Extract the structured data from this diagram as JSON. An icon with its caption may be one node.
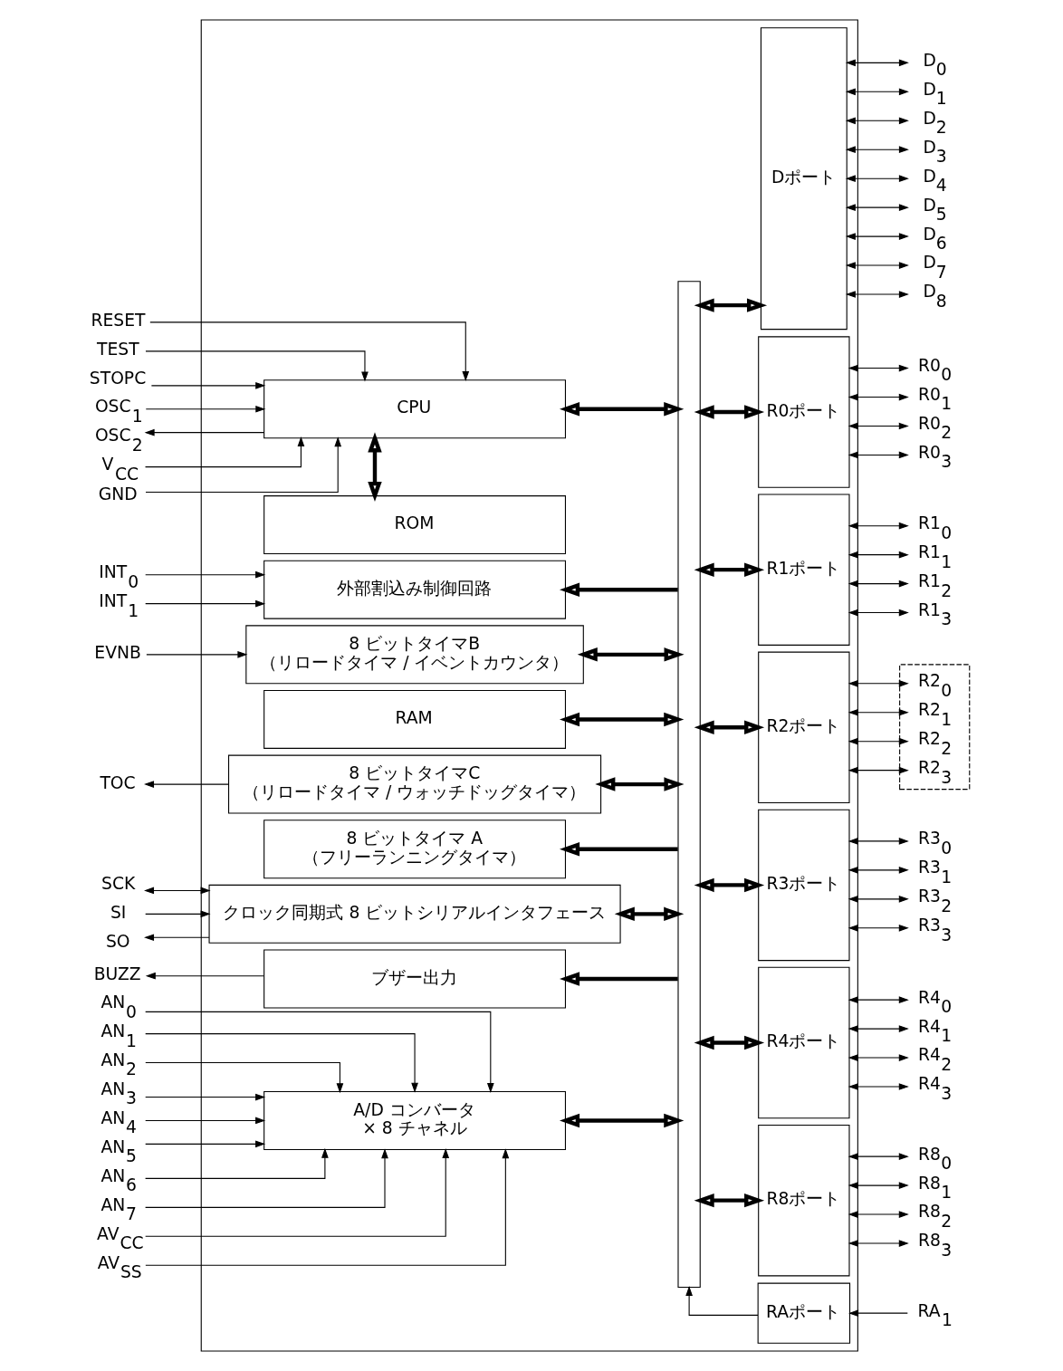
{
  "diagram": {
    "nodes": [
      {
        "text": [],
        "shape": "box"
      },
      {
        "text": [
          "CPU"
        ],
        "in": 0
      },
      {
        "text": [
          "ROM"
        ],
        "in": 0
      },
      {
        "text": [
          "RAM"
        ],
        "in": 0
      },
      {
        "text": [
          "外部割込み制御回路"
        ],
        "in": 0
      },
      {
        "text": [
          "8 ビットタイマ A",
          "（フリーランニングタイマ）"
        ],
        "in": 0
      },
      {
        "text": [
          "8 ビットタイマB",
          "（リロードタイマ / イベントカウンタ）"
        ],
        "in": 0
      },
      {
        "text": [
          "8 ビットタイマC",
          "（リロードタイマ / ウォッチドッグタイマ）"
        ],
        "in": 0
      },
      {
        "text": [
          "クロック同期式 8 ビットシリアルインタフェース"
        ],
        "in": 0
      },
      {
        "text": [
          "ブザー出力"
        ],
        "in": 0
      },
      {
        "text": [
          "A/D コンバータ",
          "× 8 チャネル"
        ],
        "in": 0
      },
      {
        "text": [],
        "shape": "bar",
        "in": 0
      },
      {
        "text": [
          "Dポート"
        ],
        "in": 0
      },
      {
        "text": [
          "R0ポート"
        ],
        "in": 0
      },
      {
        "text": [
          "R1ポート"
        ],
        "in": 0
      },
      {
        "text": [
          "R2ポート"
        ],
        "in": 0
      },
      {
        "text": [
          "R3ポート"
        ],
        "in": 0
      },
      {
        "text": [
          "R4ポート"
        ],
        "in": 0
      },
      {
        "text": [
          "R8ポート"
        ],
        "in": 0
      },
      {
        "text": [
          "RAポート"
        ],
        "in": 0
      },
      {
        "text": [
          "RESET"
        ]
      },
      {
        "text": [
          "TEST"
        ]
      },
      {
        "text": [
          "STOPC"
        ]
      },
      {
        "text": [
          "OSC$_{1}$"
        ]
      },
      {
        "text": [
          "OSC$_{2}$"
        ]
      },
      {
        "text": [
          "V$_{CC}$"
        ]
      },
      {
        "text": [
          "GND"
        ]
      },
      {
        "text": [
          "INT$_{0}$"
        ]
      },
      {
        "text": [
          "INT$_{1}$"
        ]
      },
      {
        "text": [
          "EVNB"
        ]
      },
      {
        "text": [
          "TOC"
        ]
      },
      {
        "text": [
          "SCK"
        ]
      },
      {
        "text": [
          "SI"
        ]
      },
      {
        "text": [
          "SO"
        ]
      },
      {
        "text": [
          "BUZZ"
        ]
      },
      {
        "text": [
          "AN$_{0}$"
        ]
      },
      {
        "text": [
          "AN$_{1}$"
        ]
      },
      {
        "text": [
          "AN$_{2}$"
        ]
      },
      {
        "text": [
          "AN$_{3}$"
        ]
      },
      {
        "text": [
          "AN$_{4}$"
        ]
      },
      {
        "text": [
          "AN$_{5}$"
        ]
      },
      {
        "text": [
          "AN$_{6}$"
        ]
      },
      {
        "text": [
          "AN$_{7}$"
        ]
      },
      {
        "text": [
          "AV$_{CC}$"
        ]
      },
      {
        "text": [
          "AV$_{SS}$"
        ]
      },
      {
        "text": [
          "D$_{0}$"
        ]
      },
      {
        "text": [
          "D$_{1}$"
        ]
      },
      {
        "text": [
          "D$_{2}$"
        ]
      },
      {
        "text": [
          "D$_{3}$"
        ]
      },
      {
        "text": [
          "D$_{4}$"
        ]
      },
      {
        "text": [
          "D$_{5}$"
        ]
      },
      {
        "text": [
          "D$_{6}$"
        ]
      },
      {
        "text": [
          "D$_{7}$"
        ]
      },
      {
        "text": [
          "D$_{8}$"
        ]
      },
      {
        "text": [
          "R0$_{0}$"
        ]
      },
      {
        "text": [
          "R0$_{1}$"
        ]
      },
      {
        "text": [
          "R0$_{2}$"
        ]
      },
      {
        "text": [
          "R0$_{3}$"
        ]
      },
      {
        "text": [
          "R1$_{0}$"
        ]
      },
      {
        "text": [
          "R1$_{1}$"
        ]
      },
      {
        "text": [
          "R1$_{2}$"
        ]
      },
      {
        "text": [
          "R1$_{3}$"
        ]
      },
      {
        "text": [],
        "shape": "box"
      },
      {
        "text": [
          "R2$_{0}$"
        ],
        "in": 62
      },
      {
        "text": [
          "R2$_{1}$"
        ],
        "in": 62
      },
      {
        "text": [
          "R2$_{2}$"
        ],
        "in": 62
      },
      {
        "text": [
          "R2$_{3}$"
        ],
        "in": 62
      },
      {
        "text": [
          "R3$_{0}$"
        ]
      },
      {
        "text": [
          "R3$_{1}$"
        ]
      },
      {
        "text": [
          "R3$_{2}$"
        ]
      },
      {
        "text": [
          "R3$_{3}$"
        ]
      },
      {
        "text": [
          "R4$_{0}$"
        ]
      },
      {
        "text": [
          "R4$_{1}$"
        ]
      },
      {
        "text": [
          "R4$_{2}$"
        ]
      },
      {
        "text": [
          "R4$_{3}$"
        ]
      },
      {
        "text": [
          "R8$_{0}$"
        ]
      },
      {
        "text": [
          "R8$_{1}$"
        ]
      },
      {
        "text": [
          "R8$_{2}$"
        ]
      },
      {
        "text": [
          "R8$_{3}$"
        ]
      },
      {
        "text": [
          "RA$_{1}$"
        ]
      }
    ],
    "edges": [
      {
        "from": 20,
        "to": 1,
        "arrow": "to"
      },
      {
        "from": 21,
        "to": 1,
        "arrow": "to"
      },
      {
        "from": 22,
        "to": 1,
        "arrow": "to"
      },
      {
        "from": 23,
        "to": 1,
        "arrow": "to"
      },
      {
        "from": 1,
        "to": 24,
        "arrow": "to"
      },
      {
        "from": 25,
        "to": 1,
        "arrow": "to"
      },
      {
        "from": 26,
        "to": 1,
        "arrow": "to"
      },
      {
        "from": 1,
        "to": 2,
        "arrow": "both",
        "style": "thick"
      },
      {
        "from": 1,
        "to": 11,
        "arrow": "both",
        "style": "thick"
      },
      {
        "from": 3,
        "to": 11,
        "arrow": "both",
        "style": "thick"
      },
      {
        "from": 11,
        "to": 4,
        "arrow": "to",
        "style": "thick"
      },
      {
        "from": 11,
        "to": 5,
        "arrow": "to",
        "style": "thick"
      },
      {
        "from": 6,
        "to": 11,
        "arrow": "both",
        "style": "thick"
      },
      {
        "from": 7,
        "to": 11,
        "arrow": "both",
        "style": "thick"
      },
      {
        "from": 8,
        "to": 11,
        "arrow": "both",
        "style": "thick"
      },
      {
        "from": 11,
        "to": 9,
        "arrow": "to",
        "style": "thick"
      },
      {
        "from": 10,
        "to": 11,
        "arrow": "both",
        "style": "thick"
      },
      {
        "from": 11,
        "to": 12,
        "arrow": "both",
        "style": "thick"
      },
      {
        "from": 11,
        "to": 13,
        "arrow": "both",
        "style": "thick"
      },
      {
        "from": 11,
        "to": 14,
        "arrow": "both",
        "style": "thick"
      },
      {
        "from": 11,
        "to": 15,
        "arrow": "both",
        "style": "thick"
      },
      {
        "from": 11,
        "to": 16,
        "arrow": "both",
        "style": "thick"
      },
      {
        "from": 11,
        "to": 17,
        "arrow": "both",
        "style": "thick"
      },
      {
        "from": 11,
        "to": 18,
        "arrow": "both",
        "style": "thick"
      },
      {
        "from": 19,
        "to": 11,
        "arrow": "to"
      },
      {
        "from": 27,
        "to": 4,
        "arrow": "to"
      },
      {
        "from": 28,
        "to": 4,
        "arrow": "to"
      },
      {
        "from": 29,
        "to": 6,
        "arrow": "to"
      },
      {
        "from": 7,
        "to": 30,
        "arrow": "to"
      },
      {
        "from": 31,
        "to": 8,
        "arrow": "both"
      },
      {
        "from": 32,
        "to": 8,
        "arrow": "to"
      },
      {
        "from": 8,
        "to": 33,
        "arrow": "to"
      },
      {
        "from": 9,
        "to": 34,
        "arrow": "to"
      },
      {
        "from": 35,
        "to": 10,
        "arrow": "to"
      },
      {
        "from": 36,
        "to": 10,
        "arrow": "to"
      },
      {
        "from": 37,
        "to": 10,
        "arrow": "to"
      },
      {
        "from": 38,
        "to": 10,
        "arrow": "to"
      },
      {
        "from": 39,
        "to": 10,
        "arrow": "to"
      },
      {
        "from": 40,
        "to": 10,
        "arrow": "to"
      },
      {
        "from": 41,
        "to": 10,
        "arrow": "to"
      },
      {
        "from": 42,
        "to": 10,
        "arrow": "to"
      },
      {
        "from": 43,
        "to": 10,
        "arrow": "to"
      },
      {
        "from": 44,
        "to": 10,
        "arrow": "to"
      },
      {
        "from": 12,
        "to": 45,
        "arrow": "both"
      },
      {
        "from": 12,
        "to": 46,
        "arrow": "both"
      },
      {
        "from": 12,
        "to": 47,
        "arrow": "both"
      },
      {
        "from": 12,
        "to": 48,
        "arrow": "both"
      },
      {
        "from": 12,
        "to": 49,
        "arrow": "both"
      },
      {
        "from": 12,
        "to": 50,
        "arrow": "both"
      },
      {
        "from": 12,
        "to": 51,
        "arrow": "both"
      },
      {
        "from": 12,
        "to": 52,
        "arrow": "both"
      },
      {
        "from": 12,
        "to": 53,
        "arrow": "both"
      },
      {
        "from": 13,
        "to": 54,
        "arrow": "both"
      },
      {
        "from": 13,
        "to": 55,
        "arrow": "both"
      },
      {
        "from": 13,
        "to": 56,
        "arrow": "both"
      },
      {
        "from": 13,
        "to": 57,
        "arrow": "both"
      },
      {
        "from": 14,
        "to": 58,
        "arrow": "both"
      },
      {
        "from": 14,
        "to": 59,
        "arrow": "both"
      },
      {
        "from": 14,
        "to": 60,
        "arrow": "both"
      },
      {
        "from": 14,
        "to": 61,
        "arrow": "both"
      },
      {
        "from": 15,
        "to": 63,
        "arrow": "both"
      },
      {
        "from": 15,
        "to": 64,
        "arrow": "both"
      },
      {
        "from": 15,
        "to": 65,
        "arrow": "both"
      },
      {
        "from": 15,
        "to": 66,
        "arrow": "both"
      },
      {
        "from": 16,
        "to": 67,
        "arrow": "both"
      },
      {
        "from": 16,
        "to": 68,
        "arrow": "both"
      },
      {
        "from": 16,
        "to": 69,
        "arrow": "both"
      },
      {
        "from": 16,
        "to": 70,
        "arrow": "both"
      },
      {
        "from": 17,
        "to": 71,
        "arrow": "both"
      },
      {
        "from": 17,
        "to": 72,
        "arrow": "both"
      },
      {
        "from": 17,
        "to": 73,
        "arrow": "both"
      },
      {
        "from": 17,
        "to": 74,
        "arrow": "both"
      },
      {
        "from": 18,
        "to": 75,
        "arrow": "both"
      },
      {
        "from": 18,
        "to": 76,
        "arrow": "both"
      },
      {
        "from": 18,
        "to": 77,
        "arrow": "both"
      },
      {
        "from": 18,
        "to": 78,
        "arrow": "both"
      },
      {
        "from": 79,
        "to": 19,
        "arrow": "to"
      }
    ]
  }
}
